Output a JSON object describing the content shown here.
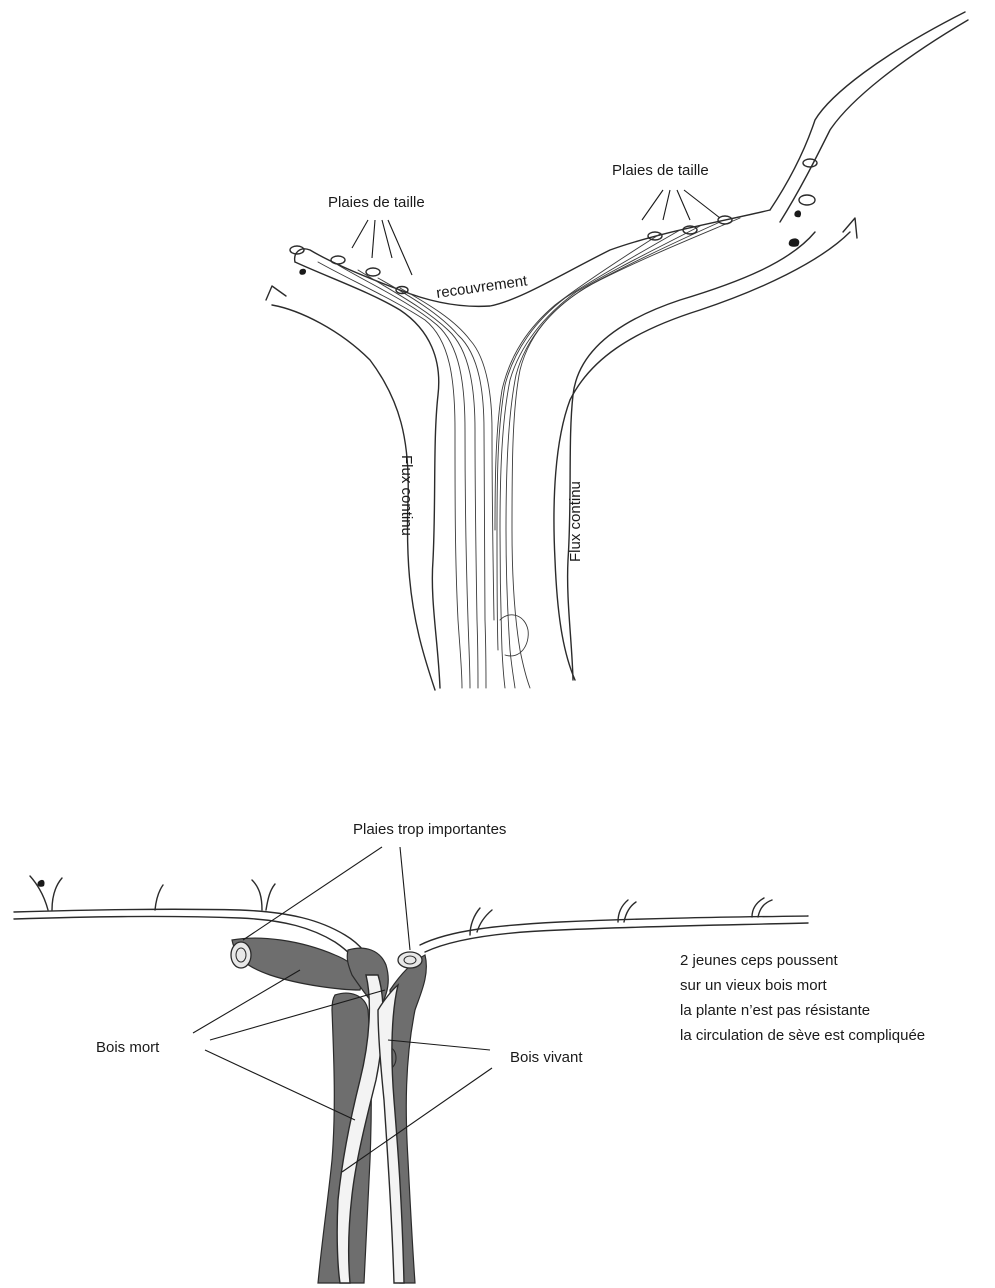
{
  "top_diagram": {
    "label_pruning_left": "Plaies de taille",
    "label_pruning_right": "Plaies de taille",
    "label_overlap": "recouvrement",
    "label_flow_left": "Flux continu",
    "label_flow_right": "Flux continu"
  },
  "bottom_diagram": {
    "label_wounds": "Plaies trop importantes",
    "label_dead_wood": "Bois mort",
    "label_living_wood": "Bois vivant",
    "caption_lines": [
      "2 jeunes ceps poussent",
      "sur un vieux bois mort",
      "la plante n’est pas résistante",
      "la circulation de sève est compliquée"
    ]
  }
}
